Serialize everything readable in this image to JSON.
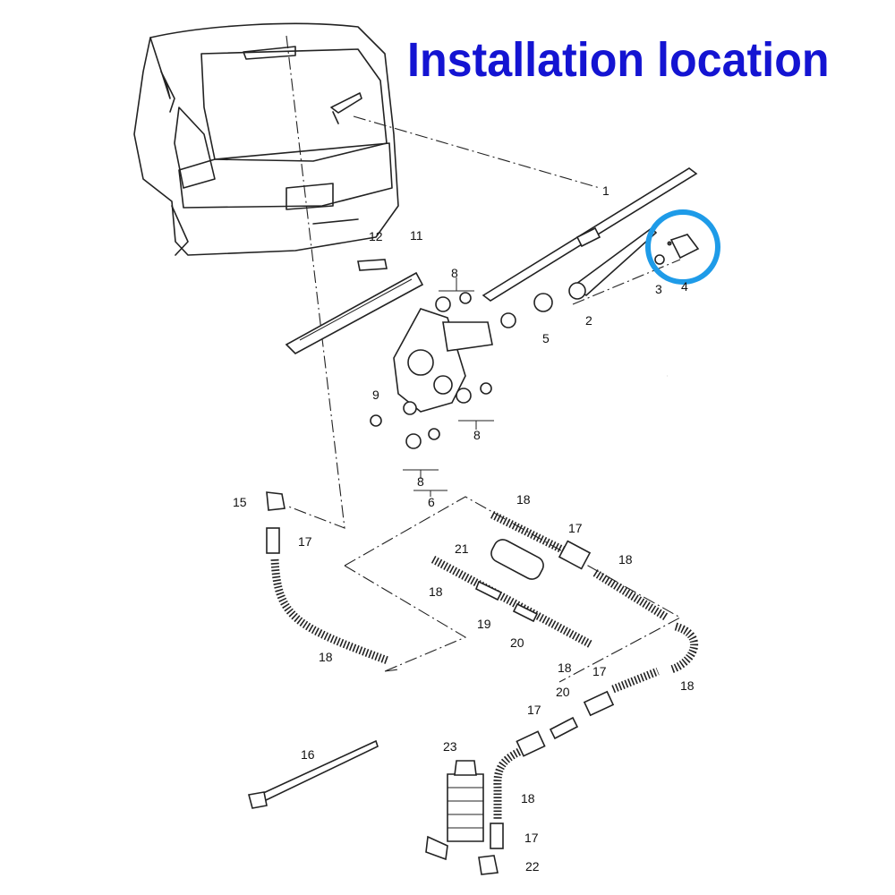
{
  "title": "Installation location",
  "accent_colors": {
    "title": "#1414d2",
    "highlight_circle": "#1e9be8"
  },
  "callouts": [
    "1",
    "2",
    "3",
    "4",
    "5",
    "6",
    "8",
    "8",
    "8",
    "9",
    "11",
    "12",
    "15",
    "17",
    "18",
    "17",
    "21",
    "18",
    "18",
    "19",
    "20",
    "18",
    "18",
    "18",
    "17",
    "20",
    "17",
    "16",
    "23",
    "18",
    "17",
    "22"
  ]
}
